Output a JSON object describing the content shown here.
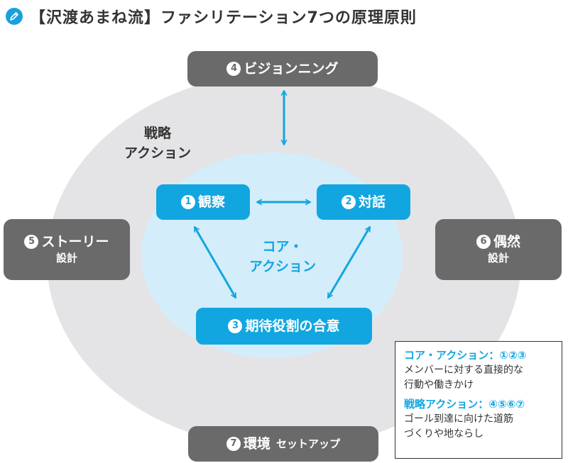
{
  "title": "【沢渡あまね流】ファシリテーション7つの原理原則",
  "colors": {
    "accent": "#12a6e0",
    "gray_box": "#6a6a6a",
    "outer_ring": "#e4e4e6",
    "inner_circle": "#d4edfa",
    "arrow": "#12a6e0"
  },
  "icons": {
    "title": "pencil-icon"
  },
  "strategic_label": {
    "line1": "戦略",
    "line2": "アクション"
  },
  "core_label": {
    "line1": "コア・",
    "line2": "アクション"
  },
  "principles": {
    "p1": {
      "num": "1",
      "label": "観察"
    },
    "p2": {
      "num": "2",
      "label": "対話"
    },
    "p3": {
      "num": "3",
      "label": "期待役割の合意"
    },
    "p4": {
      "num": "4",
      "label": "ビジョンニング"
    },
    "p5": {
      "num": "5",
      "label": "ストーリー",
      "sub": "設計"
    },
    "p6": {
      "num": "6",
      "label": "偶然",
      "sub": "設計"
    },
    "p7": {
      "num": "7",
      "label": "環境",
      "sub": "セットアップ"
    }
  },
  "legend": {
    "core_heading": "コア・アクション：①②③",
    "core_desc": [
      "メンバーに対する直接的な",
      "行動や働きかけ"
    ],
    "strategic_heading": "戦略アクション：④⑤⑥⑦",
    "strategic_desc": [
      "ゴール到達に向けた道筋",
      "づくりや地ならし"
    ]
  }
}
